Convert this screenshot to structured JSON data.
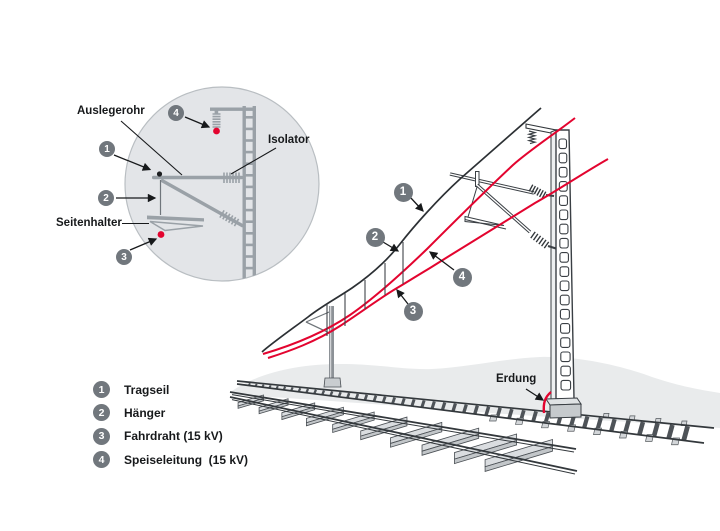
{
  "colors": {
    "accent_red": "#e3042f",
    "badge_gray": "#71777d",
    "inset_structure_gray": "#9aa1a7",
    "inset_circle_fill": "#e3e5e8",
    "outline_dark": "#33383c",
    "hill_gray": "#e9ebec"
  },
  "inset": {
    "label_auslegerohr": "Auslegerohr",
    "label_isolator": "Isolator",
    "label_seitenhalter": "Seitenhalter",
    "badge_1": "1",
    "badge_2": "2",
    "badge_3": "3",
    "badge_4": "4"
  },
  "main": {
    "label_erdung": "Erdung",
    "badge_1": "1",
    "badge_2": "2",
    "badge_3": "3",
    "badge_4": "4"
  },
  "legend": {
    "items": [
      {
        "num": "1",
        "label": "Tragseil"
      },
      {
        "num": "2",
        "label": "Hänger"
      },
      {
        "num": "3",
        "label": "Fahrdraht (15 kV)"
      },
      {
        "num": "4",
        "label": "Speiseleitung  (15 kV)"
      }
    ]
  }
}
